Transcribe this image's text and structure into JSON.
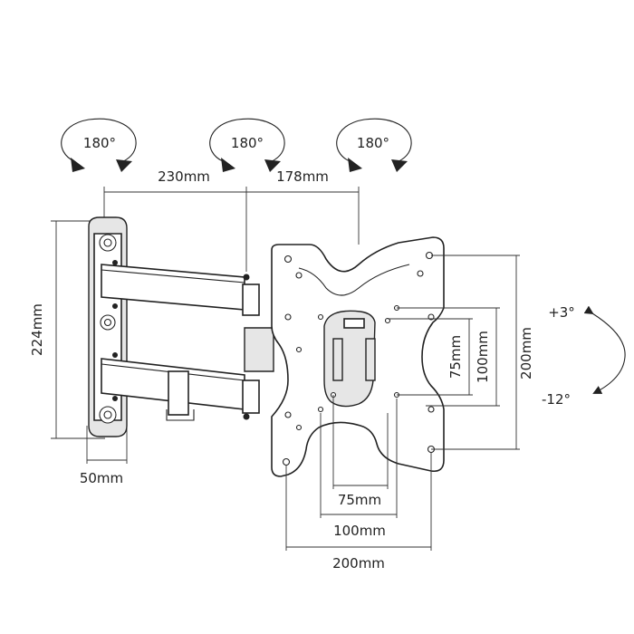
{
  "rotation_labels": [
    "180°",
    "180°",
    "180°"
  ],
  "dimensions": {
    "arm_length_1": "230mm",
    "arm_length_2": "178mm",
    "wall_plate_height": "224mm",
    "wall_plate_width": "50mm",
    "vesa_75_h": "75mm",
    "vesa_100_h": "100mm",
    "vesa_200_h": "200mm",
    "vesa_75_w": "75mm",
    "vesa_100_w": "100mm",
    "vesa_200_w": "200mm"
  },
  "tilt": {
    "up": "+3°",
    "down": "-12°"
  },
  "colors": {
    "line": "#222222",
    "fill_grey": "#e6e6e6"
  }
}
